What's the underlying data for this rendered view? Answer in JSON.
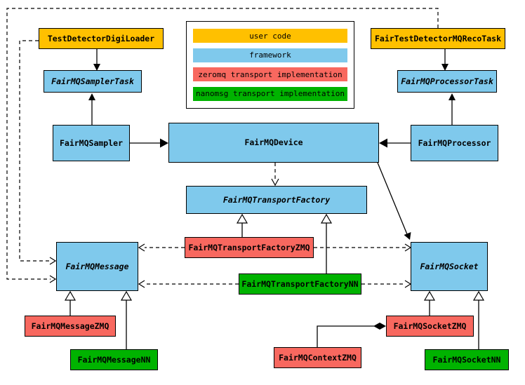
{
  "legend": {
    "items": [
      {
        "label": "user code",
        "color": "#FFC000"
      },
      {
        "label": "framework",
        "color": "#7FC9EC"
      },
      {
        "label": "zeromq transport implementation",
        "color": "#F8685F"
      },
      {
        "label": "nanomsg transport implementation",
        "color": "#00B300"
      }
    ]
  },
  "nodes": {
    "testDetectorDigiLoader": "TestDetectorDigiLoader",
    "fairTestDetectorMQRecoTask": "FairTestDetectorMQRecoTask",
    "fairMQSamplerTask": "FairMQSamplerTask",
    "fairMQProcessorTask": "FairMQProcessorTask",
    "fairMQSampler": "FairMQSampler",
    "fairMQDevice": "FairMQDevice",
    "fairMQProcessor": "FairMQProcessor",
    "fairMQTransportFactory": "FairMQTransportFactory",
    "fairMQMessage": "FairMQMessage",
    "fairMQTransportFactoryZMQ": "FairMQTransportFactoryZMQ",
    "fairMQTransportFactoryNN": "FairMQTransportFactoryNN",
    "fairMQSocket": "FairMQSocket",
    "fairMQMessageZMQ": "FairMQMessageZMQ",
    "fairMQMessageNN": "FairMQMessageNN",
    "fairMQContextZMQ": "FairMQContextZMQ",
    "fairMQSocketZMQ": "FairMQSocketZMQ",
    "fairMQSocketNN": "FairMQSocketNN"
  },
  "abstract_classes": [
    "FairMQSamplerTask",
    "FairMQProcessorTask",
    "FairMQTransportFactory",
    "FairMQMessage",
    "FairMQSocket"
  ],
  "edges": [
    {
      "from": "TestDetectorDigiLoader",
      "to": "FairMQSamplerTask",
      "type": "arrow"
    },
    {
      "from": "FairMQSampler",
      "to": "FairMQSamplerTask",
      "type": "arrow"
    },
    {
      "from": "FairTestDetectorMQRecoTask",
      "to": "FairMQProcessorTask",
      "type": "arrow"
    },
    {
      "from": "FairMQProcessor",
      "to": "FairMQProcessorTask",
      "type": "arrow"
    },
    {
      "from": "FairMQSampler",
      "to": "FairMQDevice",
      "type": "inheritance"
    },
    {
      "from": "FairMQProcessor",
      "to": "FairMQDevice",
      "type": "inheritance"
    },
    {
      "from": "FairMQDevice",
      "to": "FairMQTransportFactory",
      "type": "dependency"
    },
    {
      "from": "FairMQDevice",
      "to": "FairMQSocket",
      "type": "arrow"
    },
    {
      "from": "FairMQTransportFactoryZMQ",
      "to": "FairMQTransportFactory",
      "type": "inheritance"
    },
    {
      "from": "FairMQTransportFactoryNN",
      "to": "FairMQTransportFactory",
      "type": "inheritance"
    },
    {
      "from": "FairMQTransportFactoryZMQ",
      "to": "FairMQMessage",
      "type": "dependency"
    },
    {
      "from": "FairMQTransportFactoryZMQ",
      "to": "FairMQSocket",
      "type": "dependency"
    },
    {
      "from": "FairMQTransportFactoryNN",
      "to": "FairMQMessage",
      "type": "dependency"
    },
    {
      "from": "FairMQTransportFactoryNN",
      "to": "FairMQSocket",
      "type": "dependency"
    },
    {
      "from": "TestDetectorDigiLoader",
      "to": "FairMQMessage",
      "type": "dependency"
    },
    {
      "from": "FairTestDetectorMQRecoTask",
      "to": "FairMQMessage",
      "type": "dependency"
    },
    {
      "from": "FairMQMessageZMQ",
      "to": "FairMQMessage",
      "type": "inheritance"
    },
    {
      "from": "FairMQMessageNN",
      "to": "FairMQMessage",
      "type": "inheritance"
    },
    {
      "from": "FairMQSocketZMQ",
      "to": "FairMQSocket",
      "type": "inheritance"
    },
    {
      "from": "FairMQSocketNN",
      "to": "FairMQSocket",
      "type": "inheritance"
    },
    {
      "from": "FairMQContextZMQ",
      "to": "FairMQSocketZMQ",
      "type": "composition"
    }
  ],
  "colors": {
    "user_code": "#FFC000",
    "framework": "#7FC9EC",
    "zeromq": "#F8685F",
    "nanomsg": "#00B300",
    "border": "#000000",
    "background": "#FFFFFF"
  }
}
